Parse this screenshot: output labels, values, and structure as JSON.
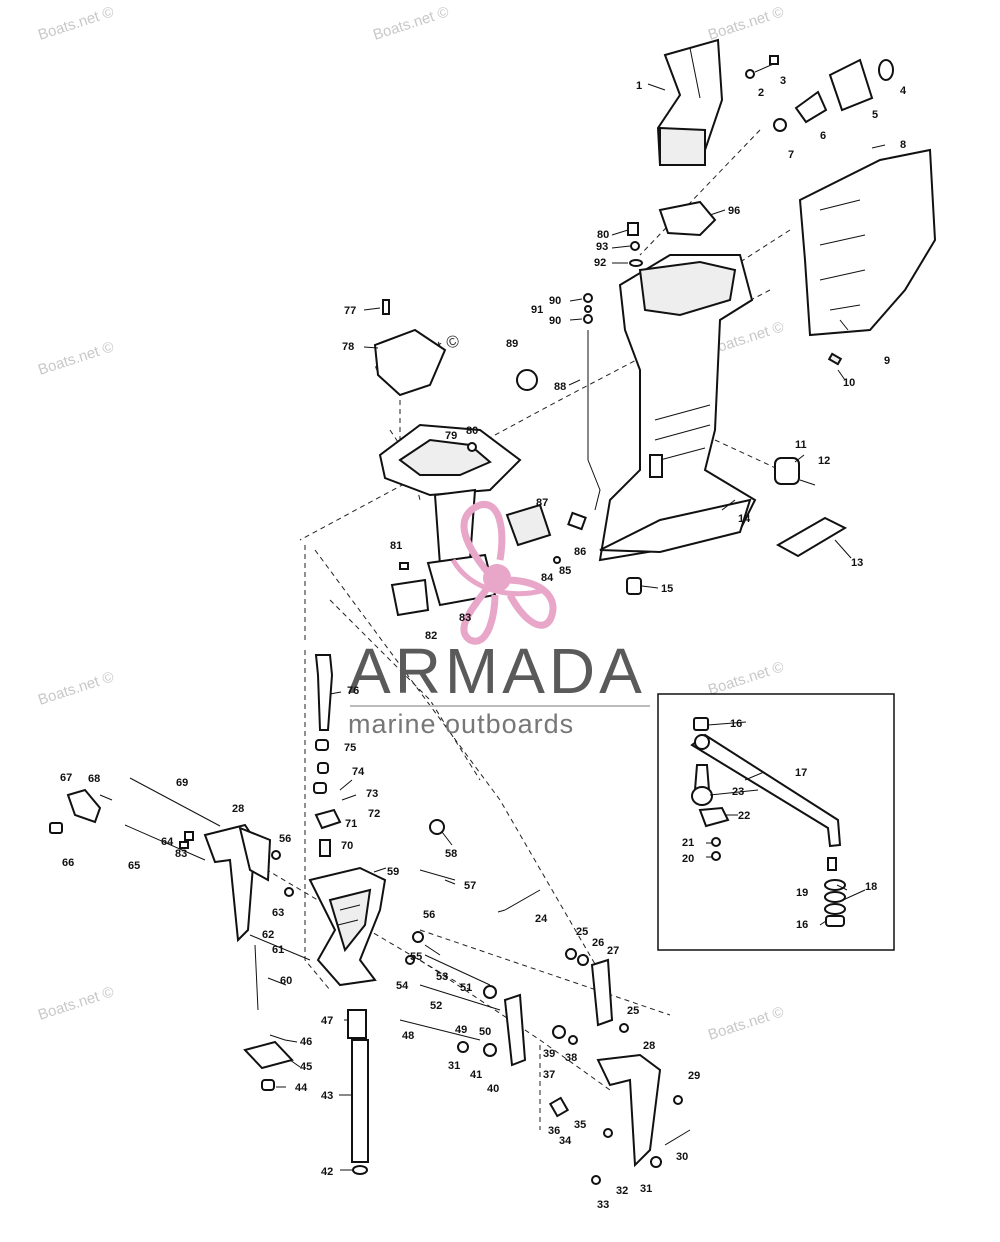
{
  "watermark": {
    "text": "Boats.net ©",
    "color": "#c8c8c8"
  },
  "logo": {
    "title": "ARMADA",
    "subtitle": "marine outboards",
    "accent": "#e8a6c8",
    "text_color": "#5a5a5a"
  },
  "part_numbers": [
    "1",
    "2",
    "3",
    "4",
    "5",
    "6",
    "7",
    "8",
    "9",
    "10",
    "11",
    "12",
    "13",
    "14",
    "15",
    "16",
    "17",
    "18",
    "19",
    "20",
    "21",
    "22",
    "23",
    "24",
    "25",
    "26",
    "27",
    "28",
    "29",
    "30",
    "31",
    "32",
    "33",
    "34",
    "35",
    "36",
    "37",
    "38",
    "39",
    "40",
    "41",
    "42",
    "43",
    "44",
    "45",
    "46",
    "47",
    "48",
    "49",
    "50",
    "51",
    "52",
    "53",
    "54",
    "55",
    "56",
    "57",
    "58",
    "59",
    "60",
    "61",
    "62",
    "63",
    "64",
    "65",
    "66",
    "67",
    "68",
    "69",
    "70",
    "71",
    "72",
    "73",
    "74",
    "75",
    "76",
    "77",
    "78",
    "79",
    "80",
    "81",
    "82",
    "83",
    "84",
    "85",
    "86",
    "87",
    "88",
    "89",
    "90",
    "91",
    "92",
    "93",
    "96"
  ],
  "icons": [
    "exhaust-tube-icon",
    "steering-arm-icon",
    "pivot-shaft-icon",
    "propeller-logo-icon"
  ]
}
